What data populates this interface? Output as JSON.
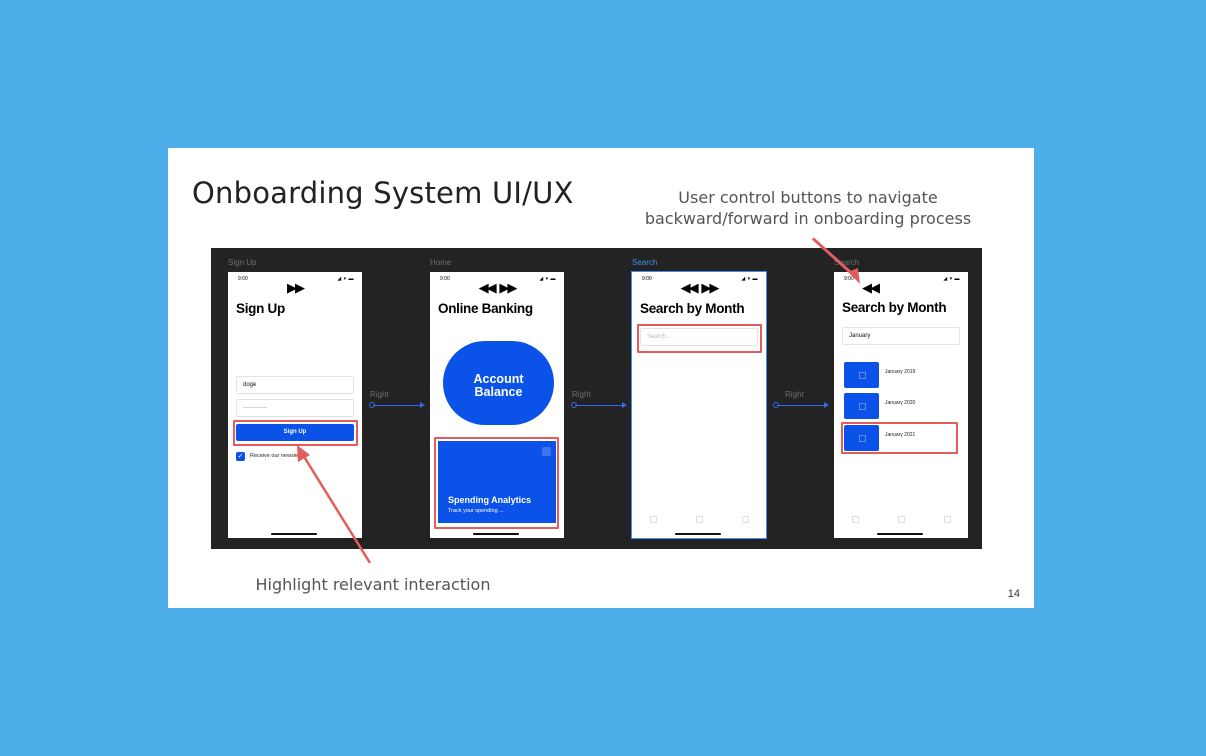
{
  "slide": {
    "title": "Onboarding System UI/UX",
    "callout_top_line1": "User control buttons to navigate",
    "callout_top_line2": "backward/forward in onboarding process",
    "callout_bottom": "Highlight relevant interaction",
    "page_number": "14"
  },
  "colors": {
    "background": "#4daeea",
    "canvas": "#232323",
    "primary": "#0b53e8",
    "highlight": "#e35d5d",
    "selection": "#3d8ef0"
  },
  "frames": [
    {
      "label": "Sign Up",
      "time": "9:00",
      "nav": "forward-icon",
      "title": "Sign Up",
      "username_value": "doge",
      "password_value": "············",
      "button_label": "Sign Up",
      "checkbox_label": "Receive our newsletter"
    },
    {
      "label": "Home",
      "time": "9:00",
      "nav": "back-forward-icons",
      "title": "Online Banking",
      "balance_line1": "Account",
      "balance_line2": "Balance",
      "analytics_title": "Spending Analytics",
      "analytics_subtitle": "Track your spending ..."
    },
    {
      "label": "Search",
      "time": "9:00",
      "nav": "back-forward-icons",
      "title": "Search by Month",
      "search_placeholder": "Search..."
    },
    {
      "label": "Search",
      "time": "9:00",
      "nav": "back-icon",
      "title": "Search by Month",
      "search_value": "January",
      "results": [
        "January 2019",
        "January 2020",
        "January 2021"
      ]
    }
  ],
  "connectors": [
    "Right",
    "Right",
    "Right"
  ]
}
